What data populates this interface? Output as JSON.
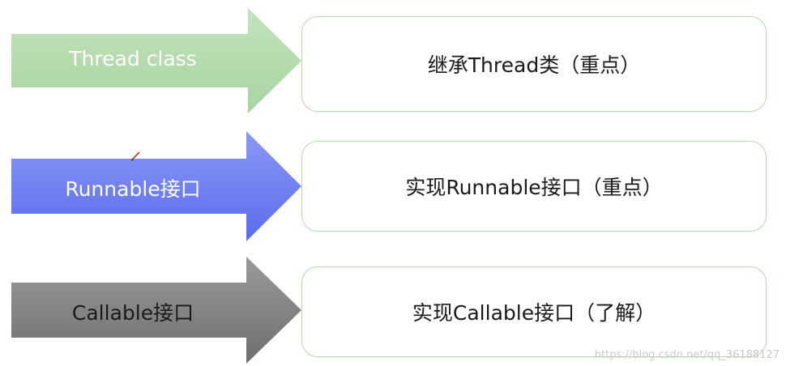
{
  "rows": [
    {
      "arrow_label": "Thread  class",
      "box_text": "继承Thread类（重点）",
      "arrow_color": "#b7dcb0",
      "label_color": "#ffffff"
    },
    {
      "arrow_label": "Runnable接口",
      "box_text": "实现Runnable接口（重点）",
      "arrow_color": "#6d7ef2",
      "label_color": "#ffffff"
    },
    {
      "arrow_label": "Callable接口",
      "box_text": "实现Callable接口（了解）",
      "arrow_color": "#8c8c8c",
      "label_color": "#1a1a1a"
    }
  ],
  "watermark": "https://blog.csdn.net/qq_36188127",
  "box_border_color": "#b9d9b0"
}
